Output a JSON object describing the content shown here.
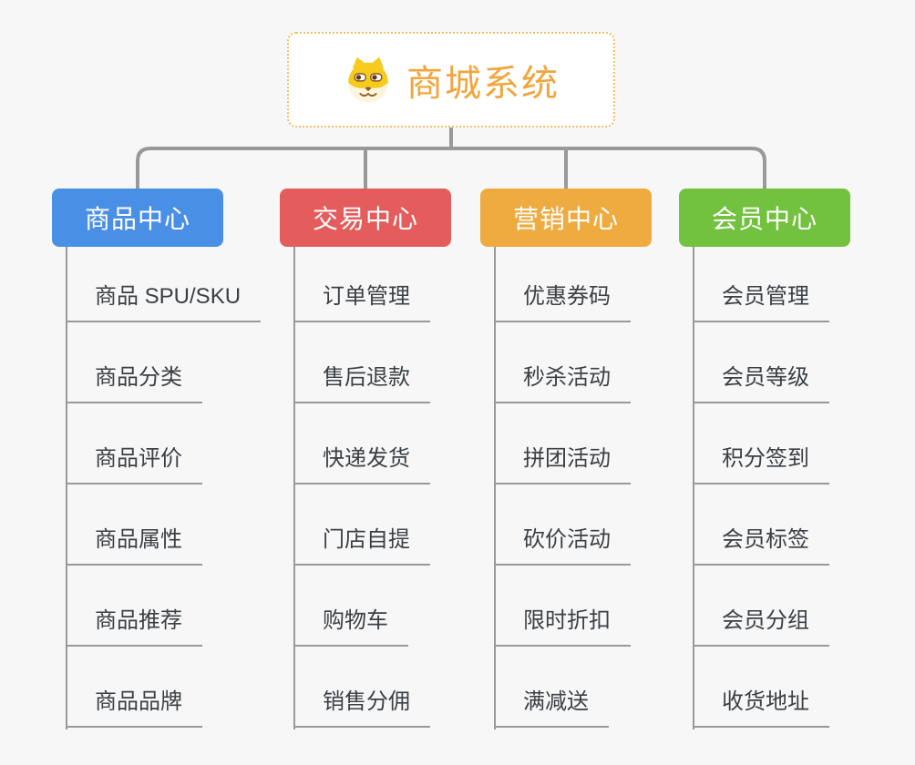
{
  "root": {
    "title": "商城系统",
    "icon": "dog-face-icon",
    "title_color": "#f1a63c",
    "border_color": "#f0be62"
  },
  "connector_color": "#999999",
  "background_color": "#f7f7f7",
  "branches": [
    {
      "label": "商品中心",
      "color": "#4a8fe6",
      "items": [
        "商品 SPU/SKU",
        "商品分类",
        "商品评价",
        "商品属性",
        "商品推荐",
        "商品品牌"
      ]
    },
    {
      "label": "交易中心",
      "color": "#e45c5c",
      "items": [
        "订单管理",
        "售后退款",
        "快递发货",
        "门店自提",
        "购物车",
        "销售分佣"
      ]
    },
    {
      "label": "营销中心",
      "color": "#eeab40",
      "items": [
        "优惠券码",
        "秒杀活动",
        "拼团活动",
        "砍价活动",
        "限时折扣",
        "满减送"
      ]
    },
    {
      "label": "会员中心",
      "color": "#73c23f",
      "items": [
        "会员管理",
        "会员等级",
        "积分签到",
        "会员标签",
        "会员分组",
        "收货地址"
      ]
    }
  ]
}
